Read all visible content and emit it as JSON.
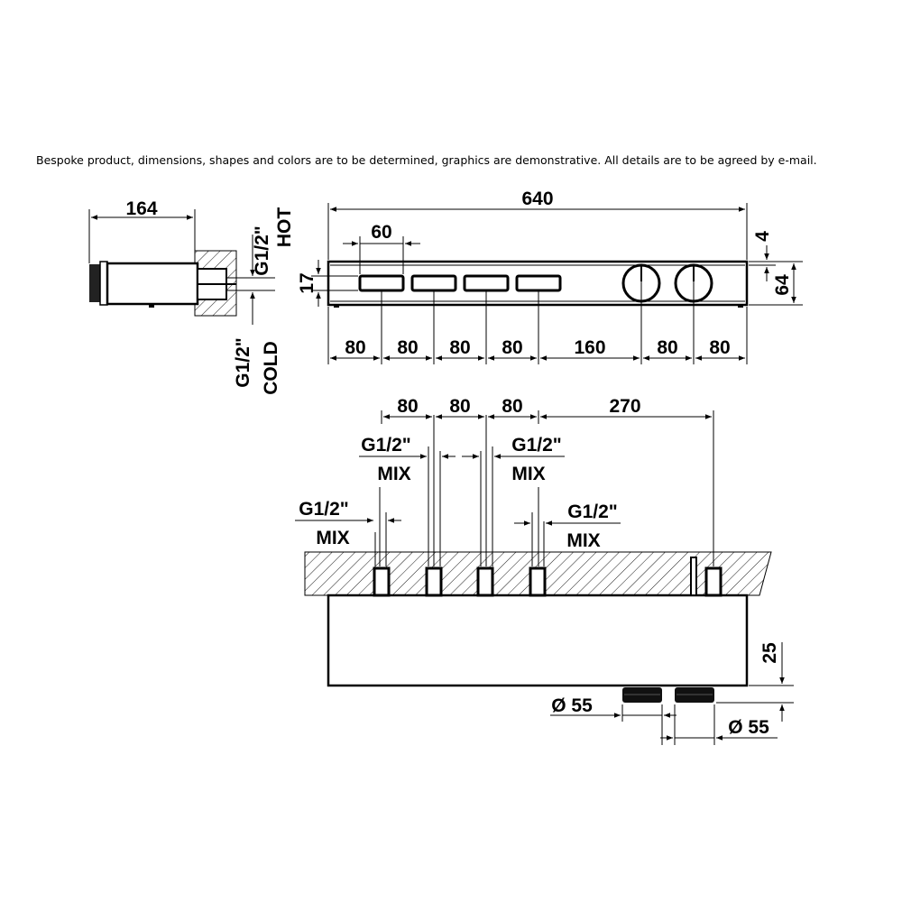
{
  "note": "Bespoke product, dimensions, shapes and colors are to be determined, graphics are demonstrative. All details are to be agreed by e-mail.",
  "side_view": {
    "depth": "164",
    "hot_thread": "G1/2\"",
    "hot_label": "HOT",
    "cold_thread": "G1/2\"",
    "cold_label": "COLD"
  },
  "front_view": {
    "total_width": "640",
    "button_width": "60",
    "top_offset": "4",
    "button_height": "17",
    "total_height": "64",
    "spacings": [
      "80",
      "80",
      "80",
      "80",
      "160",
      "80",
      "80"
    ]
  },
  "top_view": {
    "spacings": [
      "80",
      "80",
      "80",
      "270"
    ],
    "outlets": [
      {
        "thread": "G1/2\"",
        "label": "MIX"
      },
      {
        "thread": "G1/2\"",
        "label": "MIX"
      },
      {
        "thread": "G1/2\"",
        "label": "MIX"
      },
      {
        "thread": "G1/2\"",
        "label": "MIX"
      }
    ],
    "projection": "25",
    "knob_diameter_1": "Ø 55",
    "knob_diameter_2": "Ø 55"
  }
}
